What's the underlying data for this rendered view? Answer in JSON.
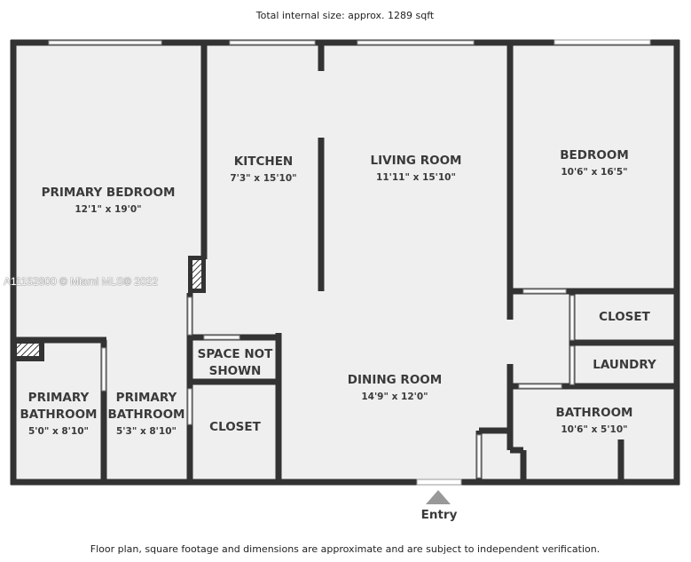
{
  "header": {
    "total_size": "Total internal size: approx. 1289 sqft"
  },
  "footer": {
    "disclaimer": "Floor plan, square footage and dimensions are approximate and are subject to independent verification."
  },
  "watermark": "A11152800 © Miami MLS® 2022",
  "entry_label": "Entry",
  "rooms": [
    {
      "name": "PRIMARY BEDROOM",
      "dims": "12'1\" x 19'0\""
    },
    {
      "name": "KITCHEN",
      "dims": "7'3\" x 15'10\""
    },
    {
      "name": "LIVING ROOM",
      "dims": "11'11\" x 15'10\""
    },
    {
      "name": "BEDROOM",
      "dims": "10'6\" x 16'5\""
    },
    {
      "name": "CLOSET",
      "dims": ""
    },
    {
      "name": "LAUNDRY",
      "dims": ""
    },
    {
      "name": "SPACE NOT SHOWN",
      "dims": ""
    },
    {
      "name": "DINING ROOM",
      "dims": "14'9\" x 12'0\""
    },
    {
      "name": "BATHROOM",
      "dims": "10'6\" x 5'10\""
    },
    {
      "name": "PRIMARY BATHROOM",
      "dims": "5'0\" x 8'10\""
    },
    {
      "name": "PRIMARY BATHROOM",
      "dims": "5'3\" x 8'10\""
    },
    {
      "name": "CLOSET",
      "dims": ""
    }
  ],
  "colors": {
    "wall": "#333333",
    "floor": "#efefef",
    "entry": "#999999"
  }
}
